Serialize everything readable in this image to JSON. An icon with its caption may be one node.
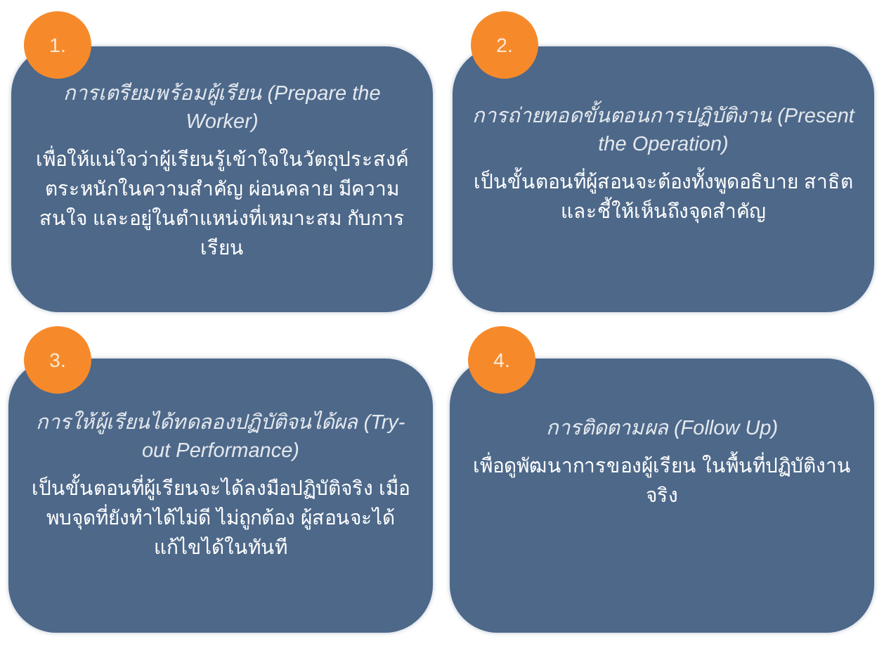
{
  "diagram": {
    "nodes": [
      {
        "text": [
          "1."
        ]
      },
      {
        "text": [
          "การเตรียมพร้อมผู้เรียน (Prepare the Worker)",
          "เพื่อให้แน่ใจว่าผู้เรียนรู้เข้าใจในวัตถุประสงค์ ตระหนักในความสำคัญ ผ่อนคลาย มีความสนใจ และอยู่ในตำแหน่งที่เหมาะสม กับการเรียน"
        ]
      },
      {
        "text": [
          "2."
        ]
      },
      {
        "text": [
          "การถ่ายทอดขั้นตอนการปฏิบัติงาน (Present the Operation)",
          "เป็นขั้นตอนที่ผู้สอนจะต้องทั้งพูดอธิบาย สาธิต และชี้ให้เห็นถึงจุดสำคัญ"
        ]
      },
      {
        "text": [
          "3."
        ]
      },
      {
        "text": [
          "การให้ผู้เรียนได้ทดลองปฏิบัติจนได้ผล (Try-out Performance)",
          "เป็นขั้นตอนที่ผู้เรียนจะได้ลงมือปฏิบัติจริง เมื่อพบจุดที่ยังทำได้ไม่ดี ไม่ถูกต้อง ผู้สอนจะได้แก้ไขได้ในทันที"
        ]
      },
      {
        "text": [
          "4."
        ]
      },
      {
        "text": [
          "การติดตามผล (Follow Up)",
          "เพื่อดูพัฒนาการของผู้เรียน ในพื้นที่ปฏิบัติงานจริง"
        ]
      }
    ]
  }
}
